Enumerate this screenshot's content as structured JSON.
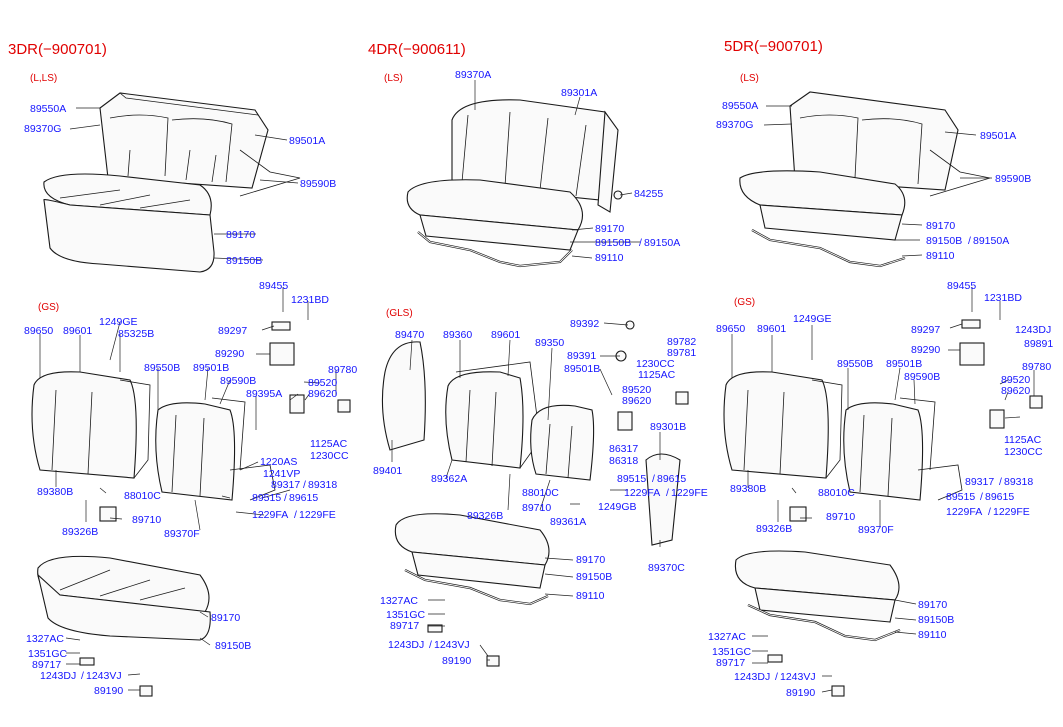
{
  "sections": [
    {
      "title": "3DR(−900701)",
      "variants": [
        "(L,LS)",
        "(GS)"
      ]
    },
    {
      "title": "4DR(−900611)",
      "variants": [
        "(LS)",
        "(GLS)"
      ]
    },
    {
      "title": "5DR(−900701)",
      "variants": [
        "(LS)",
        "(GS)"
      ]
    }
  ],
  "labels": [
    "89550A",
    "89370G",
    "89501A",
    "89590B",
    "89170",
    "89150B",
    "89455",
    "1231BD",
    "89297",
    "89290",
    "89780",
    "89520",
    "89620",
    "89395A",
    "1125AC",
    "1230CC",
    "1220AS",
    "1241VP",
    "89317",
    "89318",
    "89515",
    "89615",
    "1229FA",
    "1229FE",
    "89650",
    "89601",
    "1249GE",
    "85325B",
    "89550B",
    "89501B",
    "89380B",
    "88010C",
    "89326B",
    "89710",
    "89370F",
    "1327AC",
    "1351GC",
    "89717",
    "1243DJ",
    "1243VJ",
    "89190",
    "89370A",
    "89301A",
    "84255",
    "89150A",
    "89110",
    "89470",
    "89360",
    "89350",
    "89392",
    "89391",
    "89501B",
    "89782",
    "89781",
    "1125AC",
    "86317",
    "86318",
    "1249GB",
    "89401",
    "89362A",
    "89361A",
    "89370C",
    "89301B",
    "89891"
  ],
  "colors": {
    "title": "#e00000",
    "part_number": "#1515ff",
    "line": "#1a1a1a"
  }
}
